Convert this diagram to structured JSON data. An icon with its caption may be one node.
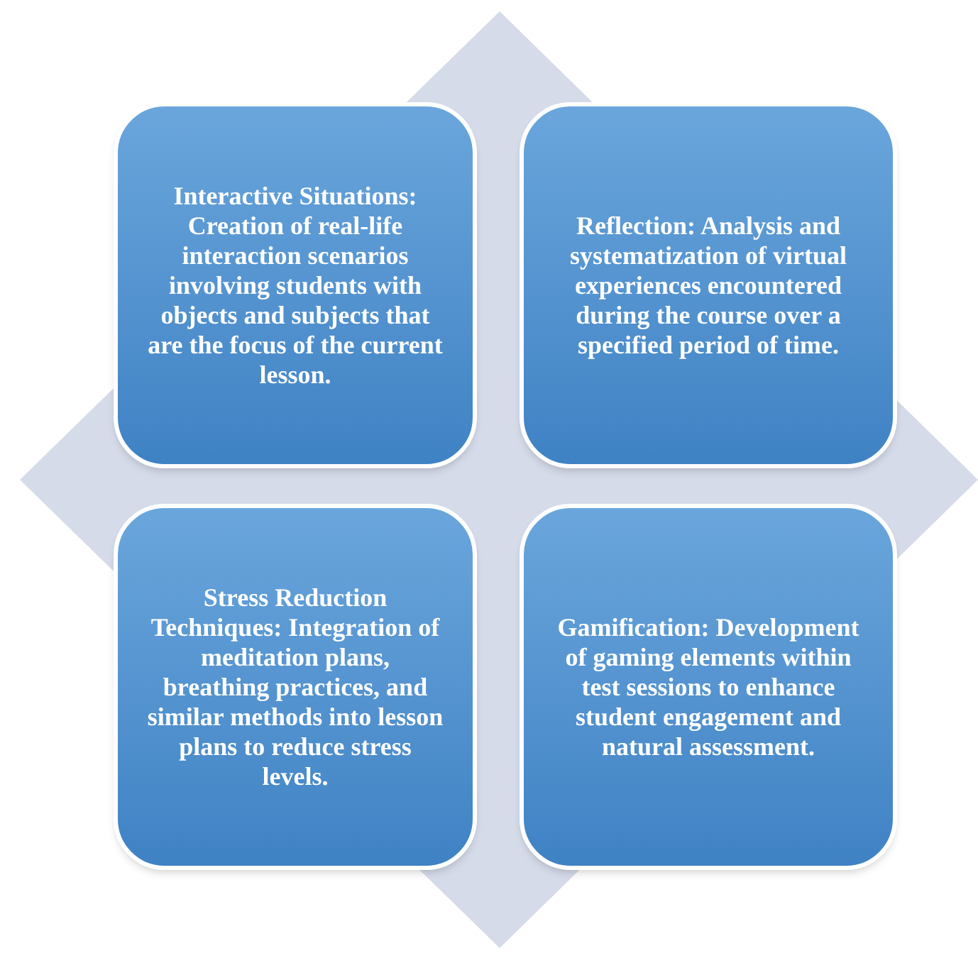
{
  "diagram": {
    "nodes": [
      {
        "text": [
          "Interactive Situations: Creation of real-life interaction scenarios involving students with objects and subjects that are the focus of the current lesson."
        ]
      },
      {
        "text": [
          "Reflection: Analysis and systematization of virtual experiences encountered during the course over a specified period of time."
        ]
      },
      {
        "text": [
          "Stress Reduction Techniques: Integration of meditation plans, breathing practices, and similar methods into lesson plans to reduce stress levels."
        ]
      },
      {
        "text": [
          "Gamification: Development of gaming elements within test sessions to enhance student engagement and natural assessment."
        ]
      }
    ]
  }
}
